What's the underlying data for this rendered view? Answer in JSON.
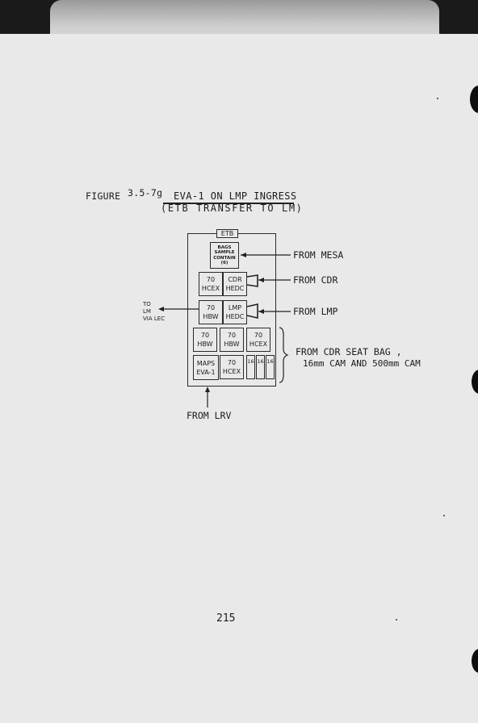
{
  "figure": {
    "label": "FIGURE",
    "number": "3.5-7g",
    "title_line1": "EVA-1 ON LMP INGRESS",
    "title_line2": "(ETB TRANSFER TO LM)"
  },
  "diagram": {
    "container_label": "ETB",
    "boxes": {
      "bags": [
        "BAGS",
        "SAMPLE",
        "CONTAIN",
        "(6)"
      ],
      "hcex_70_a": [
        "70",
        "HCEX"
      ],
      "cdr_hedc": [
        "CDR",
        "HEDC"
      ],
      "hbw_70_a": [
        "70",
        "HBW"
      ],
      "lmp_hedc": [
        "LMP",
        "HEDC"
      ],
      "hbw_70_b": [
        "70",
        "HBW"
      ],
      "hbw_70_c": [
        "70",
        "HBW"
      ],
      "hcex_70_b": [
        "70",
        "HCEX"
      ],
      "maps": [
        "MAPS",
        "EVA-1"
      ],
      "hcex_70_c": [
        "70",
        "HCEX"
      ],
      "cam16": [
        "16",
        "16",
        "16"
      ]
    },
    "labels": {
      "from_mesa": "FROM MESA",
      "from_cdr": "FROM CDR",
      "from_lmp": "FROM LMP",
      "seat_bag_line1": "FROM CDR SEAT BAG ,",
      "seat_bag_line2": "16mm CAM AND 500mm CAM",
      "to_lm": [
        "TO",
        "LM",
        "VIA LEC"
      ],
      "from_lrv": "FROM LRV"
    }
  },
  "page_number": "215"
}
